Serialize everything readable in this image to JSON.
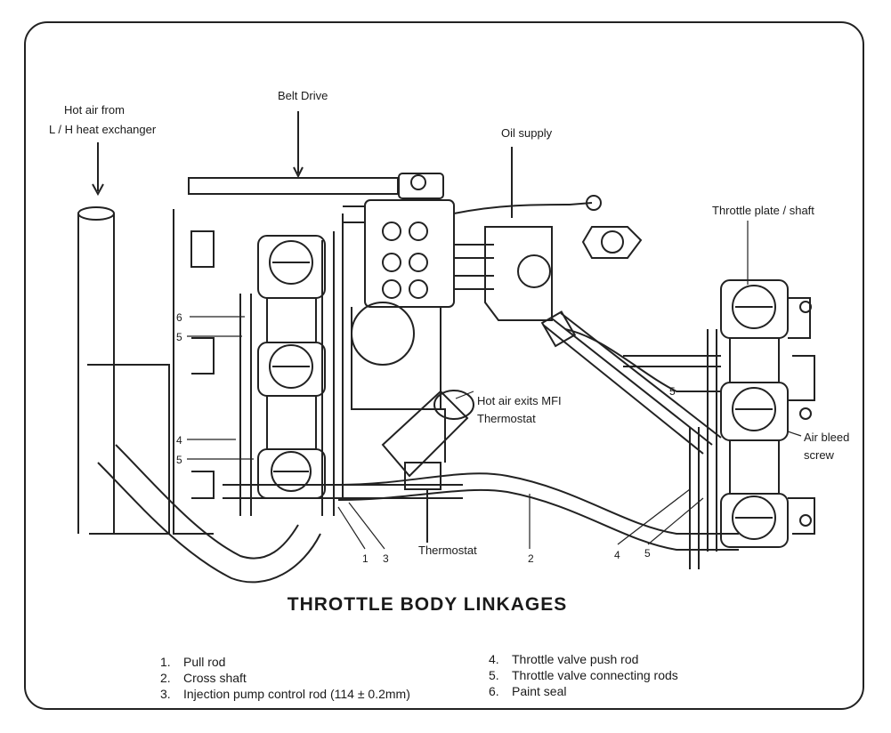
{
  "title": "THROTTLE BODY LINKAGES",
  "labels": {
    "hot_air_line1": "Hot air from",
    "hot_air_line2": "L / H heat exchanger",
    "belt_drive": "Belt Drive",
    "oil_supply": "Oil supply",
    "throttle_plate": "Throttle plate / shaft",
    "hot_air_exits_line1": "Hot air exits MFI",
    "hot_air_exits_line2": "Thermostat",
    "air_bleed_line1": "Air bleed",
    "air_bleed_line2": "screw",
    "thermostat": "Thermostat",
    "callout_6": "6",
    "callout_5a": "5",
    "callout_4": "4",
    "callout_5b": "5",
    "callout_1": "1",
    "callout_3": "3",
    "callout_2": "2",
    "callout_4r": "4",
    "callout_5r": "5",
    "callout_5m": "5"
  },
  "legend_left": [
    {
      "num": "1.",
      "text": "Pull rod"
    },
    {
      "num": "2.",
      "text": "Cross shaft"
    },
    {
      "num": "3.",
      "text": "Injection pump control rod (114 ± 0.2mm)"
    }
  ],
  "legend_right": [
    {
      "num": "4.",
      "text": "Throttle valve push rod"
    },
    {
      "num": "5.",
      "text": "Throttle valve connecting rods"
    },
    {
      "num": "6.",
      "text": "Paint seal"
    }
  ]
}
